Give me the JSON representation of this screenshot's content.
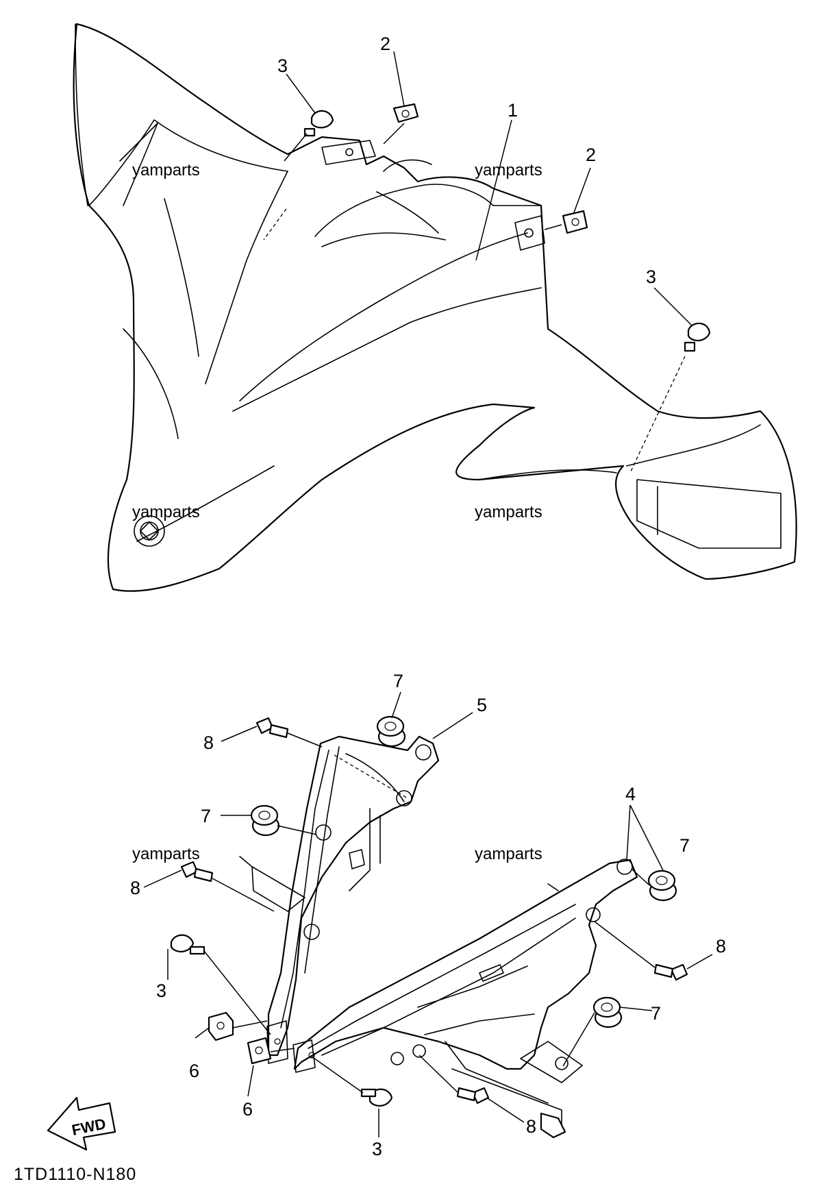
{
  "diagram_code": "1TD1110-N180",
  "fwd_label": "FWD",
  "watermarks": [
    "yamparts",
    "yamparts",
    "yamparts",
    "yamparts",
    "yamparts",
    "yamparts"
  ],
  "callouts": {
    "c1": "1",
    "c2a": "2",
    "c2b": "2",
    "c3a": "3",
    "c3b": "3",
    "c3c": "3",
    "c3d": "3",
    "c4": "4",
    "c5": "5",
    "c6a": "6",
    "c6b": "6",
    "c7a": "7",
    "c7b": "7",
    "c7c": "7",
    "c7d": "7",
    "c8a": "8",
    "c8b": "8",
    "c8c": "8",
    "c8d": "8"
  }
}
